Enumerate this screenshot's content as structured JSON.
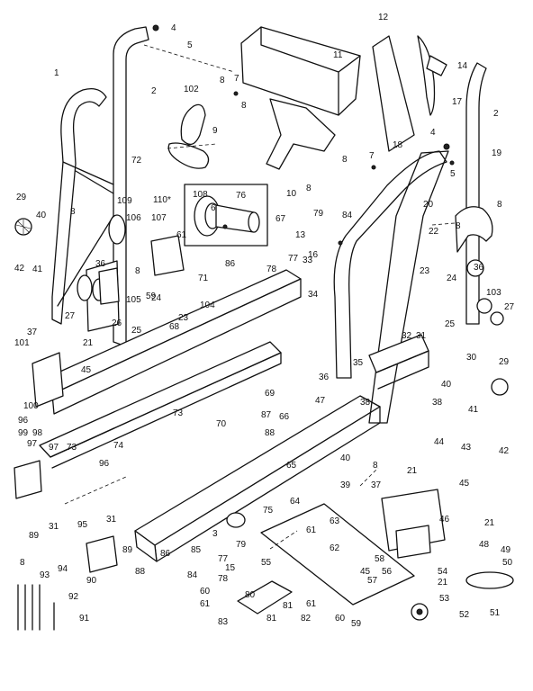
{
  "callouts": [
    {
      "id": "c1",
      "text": "1"
    },
    {
      "id": "c2",
      "text": "2"
    },
    {
      "id": "c3",
      "text": "2"
    },
    {
      "id": "c4",
      "text": "3"
    },
    {
      "id": "c5",
      "text": "4"
    },
    {
      "id": "c6",
      "text": "4"
    },
    {
      "id": "c7",
      "text": "5"
    },
    {
      "id": "c8",
      "text": "5"
    },
    {
      "id": "c9",
      "text": "6"
    },
    {
      "id": "c10",
      "text": "7"
    },
    {
      "id": "c11",
      "text": "7"
    },
    {
      "id": "c12",
      "text": "8"
    },
    {
      "id": "c13",
      "text": "8"
    },
    {
      "id": "c14",
      "text": "8"
    },
    {
      "id": "c15",
      "text": "8"
    },
    {
      "id": "c16",
      "text": "8"
    },
    {
      "id": "c17",
      "text": "8"
    },
    {
      "id": "c18",
      "text": "8"
    },
    {
      "id": "c19",
      "text": "8"
    },
    {
      "id": "c20",
      "text": "8"
    },
    {
      "id": "c21",
      "text": "8"
    },
    {
      "id": "c22",
      "text": "9"
    },
    {
      "id": "c23",
      "text": "10"
    },
    {
      "id": "c24",
      "text": "11"
    },
    {
      "id": "c25",
      "text": "12"
    },
    {
      "id": "c26",
      "text": "13"
    },
    {
      "id": "c27",
      "text": "14"
    },
    {
      "id": "c28",
      "text": "15"
    },
    {
      "id": "c29",
      "text": "16"
    },
    {
      "id": "c30",
      "text": "17"
    },
    {
      "id": "c31",
      "text": "18"
    },
    {
      "id": "c32",
      "text": "19"
    },
    {
      "id": "c33",
      "text": "20"
    },
    {
      "id": "c34",
      "text": "21"
    },
    {
      "id": "c35",
      "text": "21"
    },
    {
      "id": "c36",
      "text": "21"
    },
    {
      "id": "c37",
      "text": "21"
    },
    {
      "id": "c38",
      "text": "22"
    },
    {
      "id": "c39",
      "text": "23"
    },
    {
      "id": "c40",
      "text": "23"
    },
    {
      "id": "c41",
      "text": "24"
    },
    {
      "id": "c42",
      "text": "24"
    },
    {
      "id": "c43",
      "text": "25"
    },
    {
      "id": "c44",
      "text": "25"
    },
    {
      "id": "c45",
      "text": "26"
    },
    {
      "id": "c46",
      "text": "27"
    },
    {
      "id": "c47",
      "text": "27"
    },
    {
      "id": "c48",
      "text": "29"
    },
    {
      "id": "c49",
      "text": "29"
    },
    {
      "id": "c50",
      "text": "30"
    },
    {
      "id": "c51",
      "text": "31"
    },
    {
      "id": "c52",
      "text": "31"
    },
    {
      "id": "c53",
      "text": "31"
    },
    {
      "id": "c54",
      "text": "32"
    },
    {
      "id": "c55",
      "text": "33"
    },
    {
      "id": "c56",
      "text": "34"
    },
    {
      "id": "c57",
      "text": "35"
    },
    {
      "id": "c58",
      "text": "36"
    },
    {
      "id": "c59",
      "text": "36"
    },
    {
      "id": "c60",
      "text": "36"
    },
    {
      "id": "c61",
      "text": "37"
    },
    {
      "id": "c62",
      "text": "37"
    },
    {
      "id": "c63",
      "text": "38"
    },
    {
      "id": "c64",
      "text": "38"
    },
    {
      "id": "c65",
      "text": "39"
    },
    {
      "id": "c66",
      "text": "40"
    },
    {
      "id": "c67",
      "text": "40"
    },
    {
      "id": "c68",
      "text": "40"
    },
    {
      "id": "c69",
      "text": "41"
    },
    {
      "id": "c70",
      "text": "41"
    },
    {
      "id": "c71",
      "text": "42"
    },
    {
      "id": "c72",
      "text": "42"
    },
    {
      "id": "c73",
      "text": "43"
    },
    {
      "id": "c74",
      "text": "44"
    },
    {
      "id": "c75",
      "text": "45"
    },
    {
      "id": "c76",
      "text": "45"
    },
    {
      "id": "c77",
      "text": "45"
    },
    {
      "id": "c78",
      "text": "46"
    },
    {
      "id": "c79",
      "text": "47"
    },
    {
      "id": "c80",
      "text": "48"
    },
    {
      "id": "c81",
      "text": "49"
    },
    {
      "id": "c82",
      "text": "50"
    },
    {
      "id": "c83",
      "text": "51"
    },
    {
      "id": "c84",
      "text": "52"
    },
    {
      "id": "c85",
      "text": "53"
    },
    {
      "id": "c86",
      "text": "54"
    },
    {
      "id": "c87",
      "text": "55"
    },
    {
      "id": "c88",
      "text": "56"
    },
    {
      "id": "c89",
      "text": "57"
    },
    {
      "id": "c90",
      "text": "58"
    },
    {
      "id": "c91",
      "text": "59"
    },
    {
      "id": "c92",
      "text": "59"
    },
    {
      "id": "c93",
      "text": "60"
    },
    {
      "id": "c94",
      "text": "60"
    },
    {
      "id": "c95",
      "text": "61"
    },
    {
      "id": "c96",
      "text": "61"
    },
    {
      "id": "c97",
      "text": "61"
    },
    {
      "id": "c98",
      "text": "61"
    },
    {
      "id": "c99",
      "text": "62"
    },
    {
      "id": "c100",
      "text": "63"
    },
    {
      "id": "c101",
      "text": "64"
    },
    {
      "id": "c102",
      "text": "65"
    },
    {
      "id": "c103",
      "text": "66"
    },
    {
      "id": "c104",
      "text": "67"
    },
    {
      "id": "c105",
      "text": "68"
    },
    {
      "id": "c106",
      "text": "69"
    },
    {
      "id": "c107",
      "text": "70"
    },
    {
      "id": "c108",
      "text": "71"
    },
    {
      "id": "c109",
      "text": "72"
    },
    {
      "id": "c110",
      "text": "73"
    },
    {
      "id": "c111",
      "text": "73"
    },
    {
      "id": "c112",
      "text": "74"
    },
    {
      "id": "c113",
      "text": "75"
    },
    {
      "id": "c114",
      "text": "76"
    },
    {
      "id": "c115",
      "text": "77"
    },
    {
      "id": "c116",
      "text": "77"
    },
    {
      "id": "c117",
      "text": "78"
    },
    {
      "id": "c118",
      "text": "78"
    },
    {
      "id": "c119",
      "text": "79"
    },
    {
      "id": "c120",
      "text": "79"
    },
    {
      "id": "c121",
      "text": "80"
    },
    {
      "id": "c122",
      "text": "81"
    },
    {
      "id": "c123",
      "text": "81"
    },
    {
      "id": "c124",
      "text": "82"
    },
    {
      "id": "c125",
      "text": "83"
    },
    {
      "id": "c126",
      "text": "84"
    },
    {
      "id": "c127",
      "text": "84"
    },
    {
      "id": "c128",
      "text": "85"
    },
    {
      "id": "c129",
      "text": "86"
    },
    {
      "id": "c130",
      "text": "87"
    },
    {
      "id": "c131",
      "text": "88"
    },
    {
      "id": "c132",
      "text": "88"
    },
    {
      "id": "c133",
      "text": "89"
    },
    {
      "id": "c134",
      "text": "89"
    },
    {
      "id": "c135",
      "text": "90"
    },
    {
      "id": "c136",
      "text": "91"
    },
    {
      "id": "c137",
      "text": "92"
    },
    {
      "id": "c138",
      "text": "93"
    },
    {
      "id": "c139",
      "text": "94"
    },
    {
      "id": "c140",
      "text": "95"
    },
    {
      "id": "c141",
      "text": "96"
    },
    {
      "id": "c142",
      "text": "96"
    },
    {
      "id": "c143",
      "text": "97"
    },
    {
      "id": "c144",
      "text": "97"
    },
    {
      "id": "c145",
      "text": "98"
    },
    {
      "id": "c146",
      "text": "99"
    },
    {
      "id": "c147",
      "text": "100"
    },
    {
      "id": "c148",
      "text": "101"
    },
    {
      "id": "c149",
      "text": "102"
    },
    {
      "id": "c150",
      "text": "103"
    },
    {
      "id": "c151",
      "text": "104"
    },
    {
      "id": "c152",
      "text": "105"
    },
    {
      "id": "c153",
      "text": "106"
    },
    {
      "id": "c154",
      "text": "107"
    },
    {
      "id": "c155",
      "text": "108"
    },
    {
      "id": "c156",
      "text": "109"
    },
    {
      "id": "c157",
      "text": "110*"
    },
    {
      "id": "c158",
      "text": "86"
    }
  ]
}
